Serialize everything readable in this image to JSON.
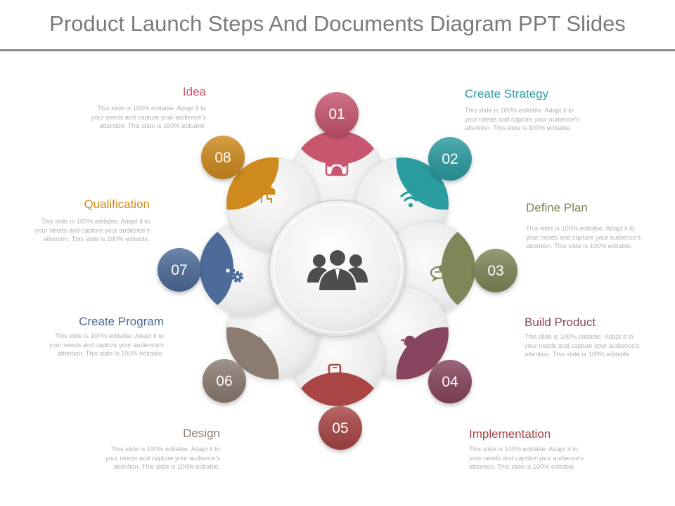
{
  "title": "Product Launch Steps And Documents Diagram PPT Slides",
  "center": {
    "icon": "team-icon"
  },
  "steps": [
    {
      "num": "01",
      "label": "Idea",
      "desc": "This slide is 100% editable. Adapt it to your needs and capture your audience's attention. This slide is 100% editable.",
      "color": "#c8566f",
      "icon": "people-icon"
    },
    {
      "num": "02",
      "label": "Create Strategy",
      "desc": "This slide is 100% editable. Adapt it to your needs and capture your audience's attention. This slide is 100% editable.",
      "color": "#2b9ca0",
      "icon": "wifi-icon"
    },
    {
      "num": "03",
      "label": "Define Plan",
      "desc": "This slide is 100% editable. Adapt it to your needs and capture your audience's attention. This slide is 100% editable.",
      "color": "#7d8757",
      "icon": "chat-icon"
    },
    {
      "num": "04",
      "label": "Build Product",
      "desc": "This slide is 100% editable. Adapt it to your needs and capture your audience's attention. This slide is 100% editable.",
      "color": "#87455f",
      "icon": "bird-icon"
    },
    {
      "num": "05",
      "label": "Implementation",
      "desc": "This slide is 100% editable. Adapt it to your needs and capture your audience's attention. This slide is 100% editable.",
      "color": "#a94545",
      "icon": "phone-icon"
    },
    {
      "num": "06",
      "label": "Design",
      "desc": "This slide is 100% editable. Adapt it to your needs and capture your audience's attention. This slide is 100% editable.",
      "color": "#8b7b70",
      "icon": "magnifier-icon"
    },
    {
      "num": "07",
      "label": "Create Program",
      "desc": "This slide is 100% editable. Adapt it to your needs and capture your audience's attention. This slide is 100% editable.",
      "color": "#4d6b99",
      "icon": "gears-icon"
    },
    {
      "num": "08",
      "label": "Qualification",
      "desc": "This slide is 100% editable. Adapt it to your needs and capture your audience's attention. This slide is 100% editable.",
      "color": "#cf8a1e",
      "icon": "cloud-network-icon"
    }
  ]
}
